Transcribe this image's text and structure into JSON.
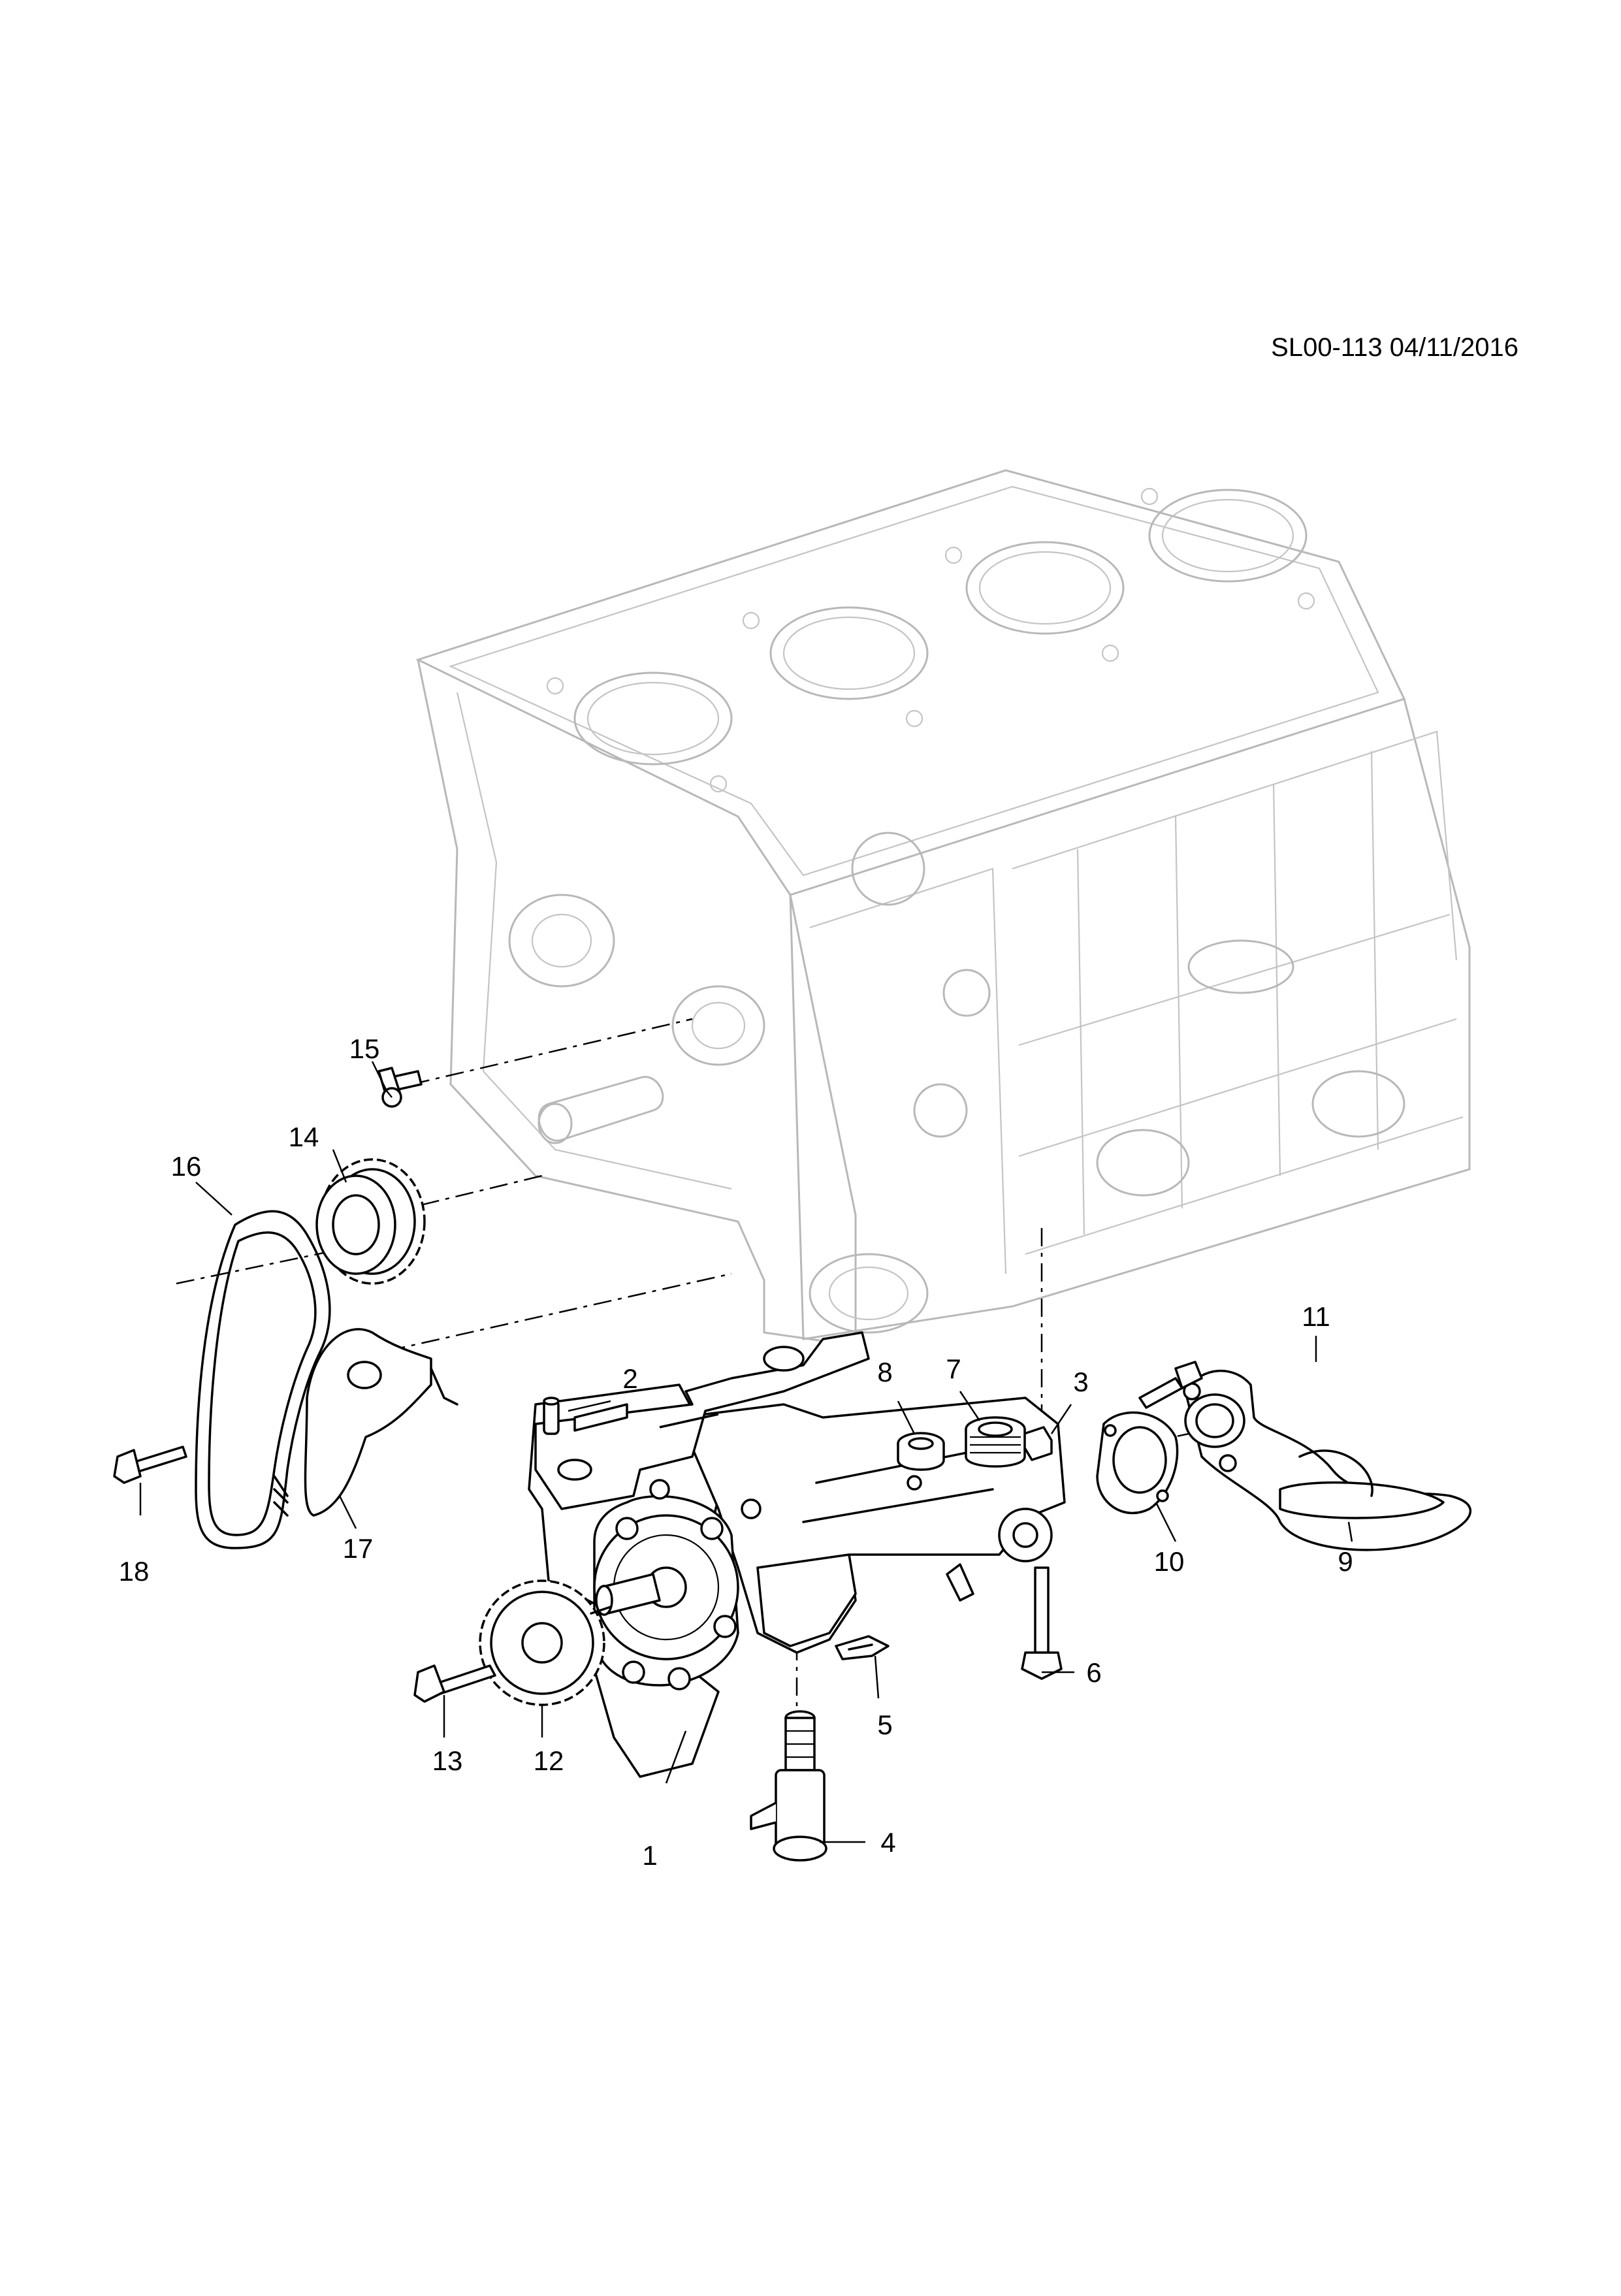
{
  "diagram": {
    "reference": "SL00-113 04/11/2016",
    "callouts": [
      {
        "id": "1",
        "label": "1"
      },
      {
        "id": "2",
        "label": "2"
      },
      {
        "id": "3",
        "label": "3"
      },
      {
        "id": "4",
        "label": "4"
      },
      {
        "id": "5",
        "label": "5"
      },
      {
        "id": "6",
        "label": "6"
      },
      {
        "id": "7",
        "label": "7"
      },
      {
        "id": "8",
        "label": "8"
      },
      {
        "id": "9",
        "label": "9"
      },
      {
        "id": "10",
        "label": "10"
      },
      {
        "id": "11",
        "label": "11"
      },
      {
        "id": "12",
        "label": "12"
      },
      {
        "id": "13",
        "label": "13"
      },
      {
        "id": "14",
        "label": "14"
      },
      {
        "id": "15",
        "label": "15"
      },
      {
        "id": "16",
        "label": "16"
      },
      {
        "id": "17",
        "label": "17"
      },
      {
        "id": "18",
        "label": "18"
      }
    ]
  }
}
